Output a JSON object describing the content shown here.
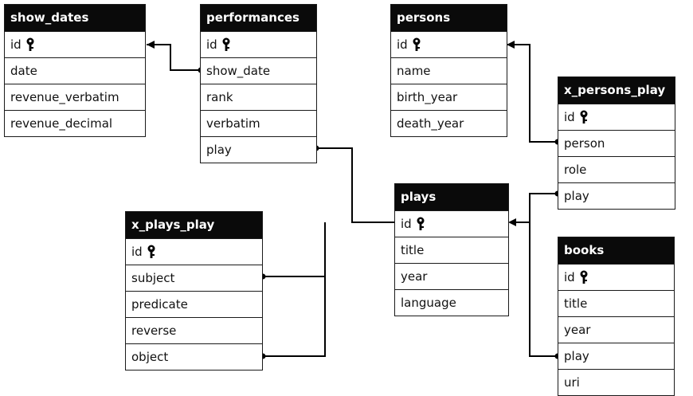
{
  "tables": {
    "show_dates": {
      "name": "show_dates",
      "fields": [
        "id",
        "date",
        "revenue_verbatim",
        "revenue_decimal"
      ]
    },
    "performances": {
      "name": "performances",
      "fields": [
        "id",
        "show_date",
        "rank",
        "verbatim",
        "play"
      ]
    },
    "persons": {
      "name": "persons",
      "fields": [
        "id",
        "name",
        "birth_year",
        "death_year"
      ]
    },
    "x_persons_play": {
      "name": "x_persons_play",
      "fields": [
        "id",
        "person",
        "role",
        "play"
      ]
    },
    "plays": {
      "name": "plays",
      "fields": [
        "id",
        "title",
        "year",
        "language"
      ]
    },
    "x_plays_play": {
      "name": "x_plays_play",
      "fields": [
        "id",
        "subject",
        "predicate",
        "reverse",
        "object"
      ]
    },
    "books": {
      "name": "books",
      "fields": [
        "id",
        "title",
        "year",
        "play",
        "uri"
      ]
    }
  },
  "colors": {
    "header_bg": "#0a0a0a",
    "header_text": "#ffffff",
    "line": "#000000"
  },
  "icons": {
    "primary_key": "key-icon"
  }
}
